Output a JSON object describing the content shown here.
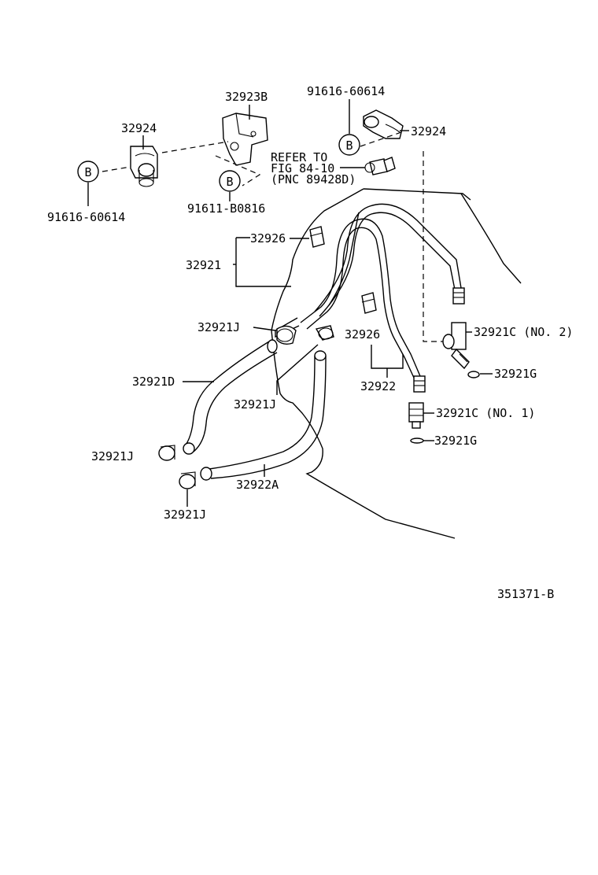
{
  "labels": {
    "bracket": "32923B",
    "clip_left": "32924",
    "clip_right": "32924",
    "bolt_top_right": "91616-60614",
    "bolt_left": "91616-60614",
    "bolt_mid": "91611-B0816",
    "refer_1": "REFER TO",
    "refer_2": "FIG 84-10",
    "refer_3": "(PNC 89428D)",
    "grommet_upper": "32926",
    "hose_main": "32921",
    "clamp_upper": "32921J",
    "clamp_middle": "32921J",
    "clamp_lower_left": "32921J",
    "clamp_bottom": "32921J",
    "grommet_lower": "32926",
    "hose_d": "32921D",
    "pipe": "32922",
    "hose_a": "32922A",
    "union_no2": "32921C (NO. 2)",
    "gasket_upper": "32921G",
    "union_no1": "32921C (NO. 1)",
    "gasket_lower": "32921G",
    "diagram_code": "351371-B"
  },
  "callout_letters": {
    "b_left": "B",
    "b_mid": "B",
    "b_right": "B"
  }
}
